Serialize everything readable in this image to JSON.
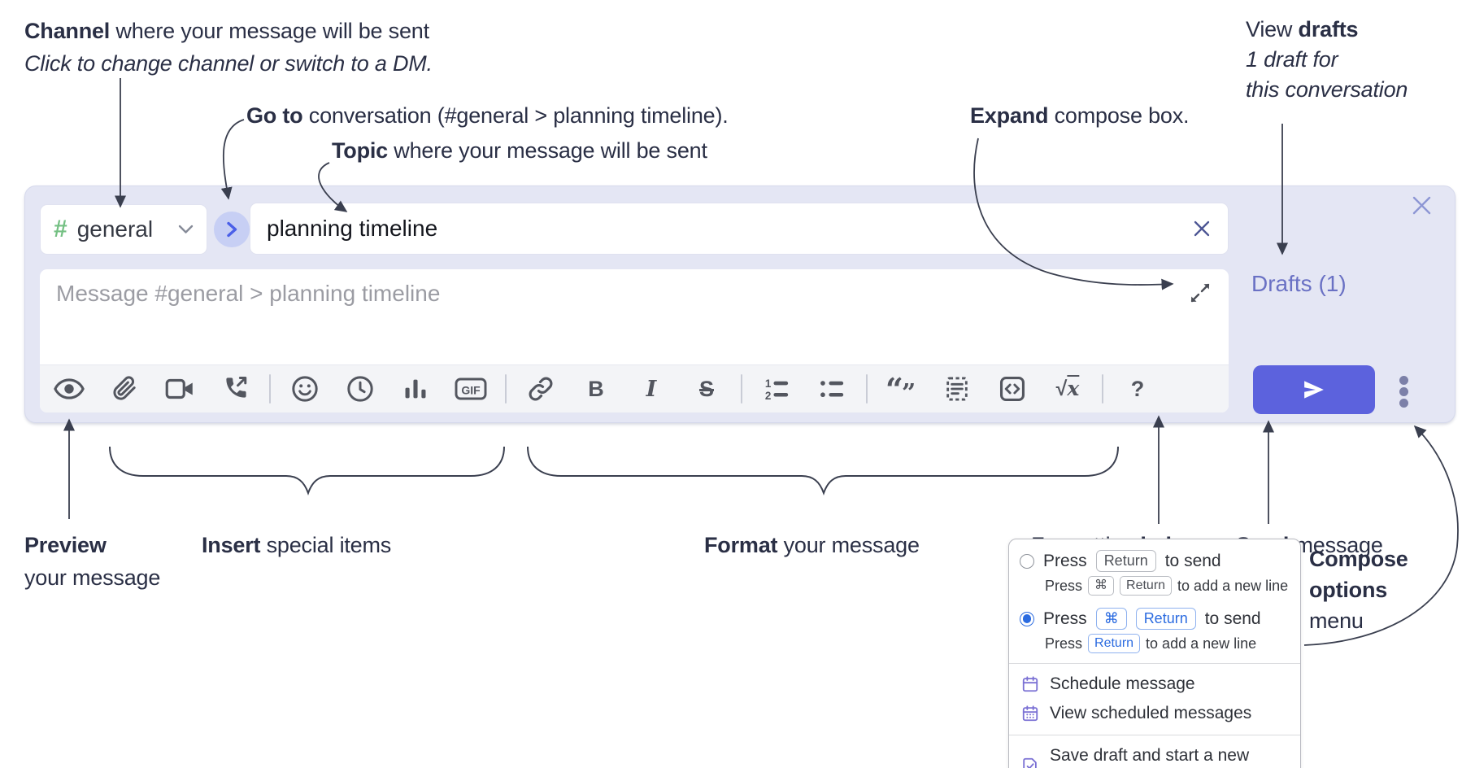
{
  "annotations": {
    "channel": {
      "bold": "Channel",
      "rest": " where your message will be sent",
      "sub": "Click to change channel or switch to a DM."
    },
    "goto": {
      "bold": "Go to",
      "rest": " conversation (#general > planning timeline)."
    },
    "topic": {
      "bold": "Topic",
      "rest": " where your message will be sent"
    },
    "expand": {
      "bold": "Expand",
      "rest": " compose box."
    },
    "drafts": {
      "pre": "View ",
      "bold": "drafts",
      "line2": "1 draft for",
      "line3": "this conversation"
    },
    "preview": {
      "bold": "Preview",
      "line2": "your message"
    },
    "insert": {
      "bold": "Insert",
      "rest": " special items"
    },
    "format": {
      "bold": "Format",
      "rest": " your message"
    },
    "help": {
      "pre": "Formatting ",
      "bold": "help"
    },
    "send": {
      "bold": "Send",
      "rest": " message"
    },
    "options": {
      "line1": "Compose",
      "line2": "options",
      "line3": "menu"
    }
  },
  "compose": {
    "channel_hash": "#",
    "channel_name": "general",
    "topic_value": "planning timeline",
    "message_placeholder": "Message #general > planning timeline",
    "drafts_link": "Drafts (1)",
    "toolbar": {
      "gif": "GIF",
      "bold": "B",
      "italic": "I",
      "strike": "S",
      "help": "?",
      "math_radical": "√",
      "math_var": "x",
      "quote_open": "“",
      "quote_close": "”"
    },
    "toolbar_icon_names": [
      "preview-eye",
      "attach-file",
      "start-video-call",
      "start-audio-call",
      "emoji",
      "add-global-time",
      "add-poll",
      "add-gif",
      "link",
      "bold",
      "italic",
      "strikethrough",
      "numbered-list",
      "bulleted-list",
      "quote",
      "spoiler",
      "code",
      "math",
      "message-formatting-help"
    ]
  },
  "menu": {
    "opt_return": {
      "pre": "Press",
      "key1": "Return",
      "post": "to send",
      "sub_pre": "Press",
      "sub_key1": "⌘",
      "sub_key2": "Return",
      "sub_post": "to add a new line"
    },
    "opt_cmd_return": {
      "pre": "Press",
      "key1": "⌘",
      "key2": "Return",
      "post": "to send",
      "sub_pre": "Press",
      "sub_key1": "Return",
      "sub_post": "to add a new line"
    },
    "schedule": "Schedule message",
    "view_scheduled": "View scheduled messages",
    "save_draft": "Save draft and start a new message"
  },
  "colors": {
    "accent_send": "#5c62dd",
    "drafts_link": "#6a71c4",
    "selected_blue": "#2b6be0",
    "menu_icon_purple": "#7a70d4",
    "hash_green": "#74c083",
    "annotation_ink": "#2a2f45"
  }
}
